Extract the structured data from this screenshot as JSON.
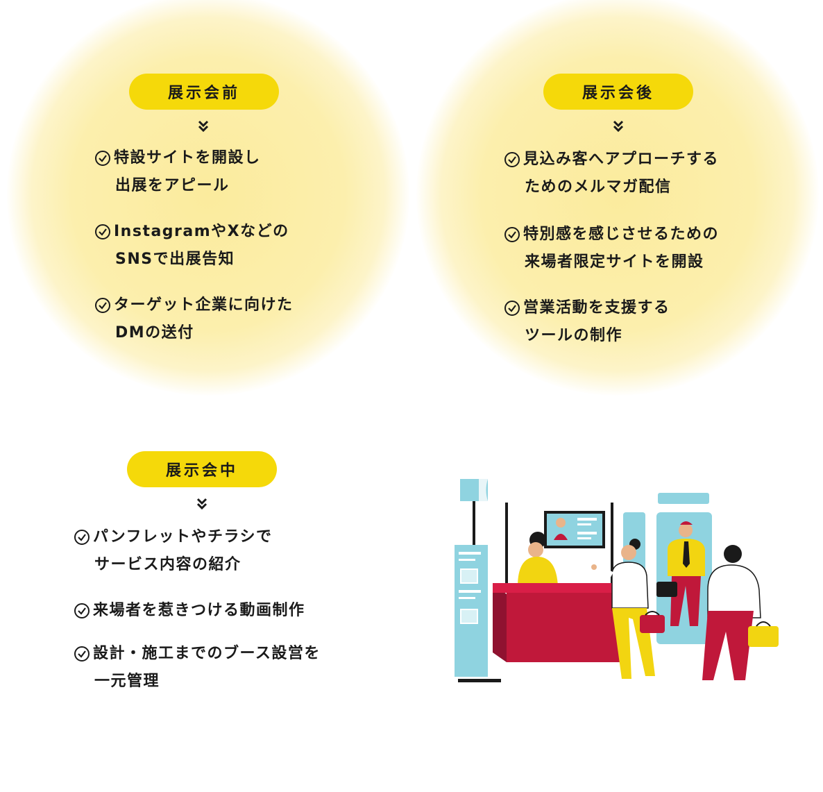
{
  "before": {
    "title": "展示会前",
    "items": [
      {
        "line1": "特設サイトを開設し",
        "line2": "出展をアピール"
      },
      {
        "line1": "InstagramやXなどの",
        "line2": "SNSで出展告知"
      },
      {
        "line1": "ターゲット企業に向けた",
        "line2": "DMの送付"
      }
    ]
  },
  "after": {
    "title": "展示会後",
    "items": [
      {
        "line1": "見込み客へアプローチする",
        "line2": "ためのメルマガ配信"
      },
      {
        "line1": "特別感を感じさせるための",
        "line2": "来場者限定サイトを開設"
      },
      {
        "line1": "営業活動を支援する",
        "line2": "ツールの制作"
      }
    ]
  },
  "during": {
    "title": "展示会中",
    "items": [
      {
        "line1": "パンフレットやチラシで",
        "line2": "サービス内容の紹介"
      },
      {
        "line1": "来場者を惹きつける動画制作"
      },
      {
        "line1": "設計・施工までのブース設営を",
        "line2": "一元管理"
      }
    ]
  },
  "icons": {
    "check": "check-circle-icon",
    "chevron": "double-chevron-down-icon"
  },
  "colors": {
    "pill": "#f5d90a",
    "glow": "#fbeb9d",
    "booth_red": "#c0183a",
    "booth_blue": "#8fd3e0",
    "yellow": "#f2d511"
  }
}
